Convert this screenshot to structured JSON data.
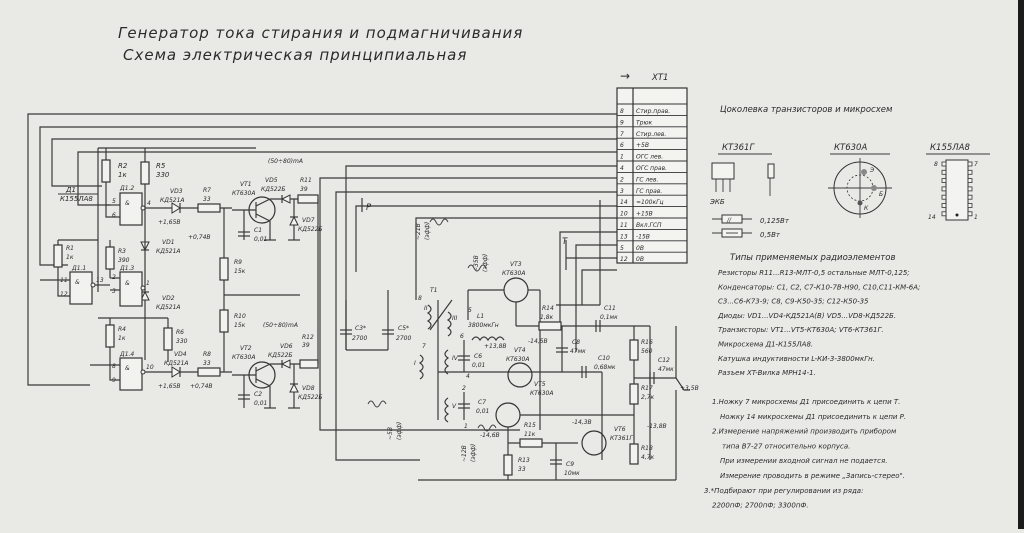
{
  "title": {
    "line1": "Генератор тока стирания и подмагничивания",
    "line2": "Схема электрическая принципиальная"
  },
  "connector": {
    "arrow": "→",
    "name": "XT1",
    "pins": [
      {
        "num": "8",
        "label": "Стир.прав."
      },
      {
        "num": "9",
        "label": "Трюк"
      },
      {
        "num": "7",
        "label": "Стир.лев."
      },
      {
        "num": "6",
        "label": "+5В"
      },
      {
        "num": "1",
        "label": "ОГС лев."
      },
      {
        "num": "4",
        "label": "ОГС прав."
      },
      {
        "num": "2",
        "label": "ГС лев."
      },
      {
        "num": "3",
        "label": "ГС прав."
      },
      {
        "num": "14",
        "label": "≈100кГц"
      },
      {
        "num": "10",
        "label": "+15В"
      },
      {
        "num": "11",
        "label": "Вкл.ГСП"
      },
      {
        "num": "13",
        "label": "-15В"
      },
      {
        "num": "5",
        "label": "0В"
      },
      {
        "num": "12",
        "label": "0В"
      }
    ]
  },
  "pinout": {
    "heading": "Цоколевка транзисторов и микросхем",
    "kt361": {
      "name": "КТ361Г",
      "pins": "ЭКБ"
    },
    "kt630": {
      "name": "КТ630А",
      "e": "Э",
      "b": "Б",
      "k": "К"
    },
    "k155": {
      "name": "К155ЛА8",
      "p8": "8",
      "p7": "7",
      "p14": "14",
      "p1": "1"
    },
    "res_legend": [
      {
        "label": "0,125Вт",
        "mark": "//"
      },
      {
        "label": "0,5Вт",
        "mark": "—"
      }
    ]
  },
  "components": {
    "heading": "Типы применяемых радиоэлементов",
    "lines": [
      "Резисторы R11...R13-МЛТ-0,5 остальные МЛТ-0,125;",
      "Конденсаторы: C1, C2, C7-К10-7В-Н90, С10,С11-КМ-6А;",
      "C3...C6-К73-9; C8, C9-К50-35; C12-К50-35",
      "Диоды: VD1...VD4-КД521А(В) VD5...VD8-КД522Б.",
      "Транзисторы: VT1...VT5-КТ630А; VT6-КТ361Г.",
      "Микросхема Д1-К155ЛА8.",
      "Катушка индуктивности L-КИ-3-3800мкГн.",
      "Разъем XT-Вилка МРН14-1."
    ]
  },
  "notes": {
    "lines": [
      "1.Ножку 7 микросхемы Д1 присоединить к цепи Т.",
      "Ножку 14 микросхемы Д1 присоединить к цепи Р.",
      "2.Измерение напряжений производить прибором",
      "типа В7-27 относительно корпуса.",
      "При измерении входной сигнал не подается.",
      "Измерение проводить в режиме „Запись-стерео\".",
      "3.*Подбирают при регулировании из ряда:",
      "2200пФ; 2700пФ; 3300пФ."
    ]
  },
  "schematic": {
    "d1": {
      "ref": "Д1",
      "type": "К155ЛА8"
    },
    "gates": [
      {
        "ref": "Д1.1",
        "in1": "11",
        "in2": "12",
        "out": "13"
      },
      {
        "ref": "Д1.2",
        "in1": "5",
        "in2": "6",
        "out": "4"
      },
      {
        "ref": "Д1.3",
        "in1": "2",
        "in2": "3",
        "out": "1"
      },
      {
        "ref": "Д1.4",
        "in1": "8",
        "in2": "9",
        "out": "10"
      }
    ],
    "gate_symbol": "&",
    "resistors": [
      {
        "ref": "R1",
        "val": "1к"
      },
      {
        "ref": "R2",
        "val": "1к"
      },
      {
        "ref": "R3",
        "val": "390"
      },
      {
        "ref": "R4",
        "val": "1к"
      },
      {
        "ref": "R5",
        "val": "330"
      },
      {
        "ref": "R6",
        "val": "330"
      },
      {
        "ref": "R7",
        "val": "33"
      },
      {
        "ref": "R8",
        "val": "33"
      },
      {
        "ref": "R9",
        "val": "15к"
      },
      {
        "ref": "R10",
        "val": "15к"
      },
      {
        "ref": "R11",
        "val": "39"
      },
      {
        "ref": "R12",
        "val": "39"
      },
      {
        "ref": "R13",
        "val": "33"
      },
      {
        "ref": "R14",
        "val": "1,8к"
      },
      {
        "ref": "R15",
        "val": "11к"
      },
      {
        "ref": "R16",
        "val": "560"
      },
      {
        "ref": "R17",
        "val": "2,7к"
      },
      {
        "ref": "R18",
        "val": "4,7к"
      }
    ],
    "diodes": [
      {
        "ref": "VD1",
        "type": "КД521А"
      },
      {
        "ref": "VD2",
        "type": "КД521А"
      },
      {
        "ref": "VD3",
        "type": "КД521А"
      },
      {
        "ref": "VD4",
        "type": "КД521А"
      },
      {
        "ref": "VD5",
        "type": "КД522Б"
      },
      {
        "ref": "VD6",
        "type": "КД522Б"
      },
      {
        "ref": "VD7",
        "type": "КД522Б"
      },
      {
        "ref": "VD8",
        "type": "КД522Б"
      }
    ],
    "transistors": [
      {
        "ref": "VT1",
        "type": "КТ630А"
      },
      {
        "ref": "VT2",
        "type": "КТ630А"
      },
      {
        "ref": "VT3",
        "type": "КТ630А"
      },
      {
        "ref": "VT4",
        "type": "КТ630А"
      },
      {
        "ref": "VT5",
        "type": "КТ630А"
      },
      {
        "ref": "VT6",
        "type": "КТ361Г"
      }
    ],
    "capacitors": [
      {
        "ref": "C1",
        "val": "0,01"
      },
      {
        "ref": "C2",
        "val": "0,01"
      },
      {
        "ref": "C3*",
        "val": "2700"
      },
      {
        "ref": "C5*",
        "val": "2700"
      },
      {
        "ref": "C6",
        "val": "0,01"
      },
      {
        "ref": "C7",
        "val": "0,01"
      },
      {
        "ref": "C8",
        "val": "47мк"
      },
      {
        "ref": "C9",
        "val": "10мк"
      },
      {
        "ref": "C10",
        "val": "0,68мк"
      },
      {
        "ref": "C11",
        "val": "0,1мк"
      },
      {
        "ref": "C12",
        "val": "47мк"
      }
    ],
    "transformer": {
      "ref": "T1",
      "windings": [
        "I",
        "II",
        "III",
        "IV",
        "V"
      ],
      "pins": [
        "8",
        "7",
        "5",
        "6",
        "4",
        "2",
        "1"
      ]
    },
    "inductor": {
      "ref": "L1",
      "val": "3800мкГн",
      "volt": "+13,8В"
    },
    "voltages": {
      "vd3_in": "+1,65В",
      "r7_out": "+0,74В",
      "vd4_in": "+1,65В",
      "r8_out": "+0,74В",
      "current1": "(50÷80)mA",
      "current2": "(50÷80)mA",
      "vt4_c": "-14,5В",
      "vt5_e": "-14,6В",
      "vt6_b": "-14,3В",
      "r17": "-13,8В",
      "plus35": "+3,5В",
      "ac1": "~21В",
      "ac1_note": "(эфф)",
      "ac2": "~35В",
      "ac2_note": "(эфф)",
      "ac3": "~5В",
      "ac3_note": "(эфф)",
      "ac4": "~12В",
      "ac4_note": "(эфф)"
    },
    "net_p": "Р",
    "net_t": "Т"
  }
}
